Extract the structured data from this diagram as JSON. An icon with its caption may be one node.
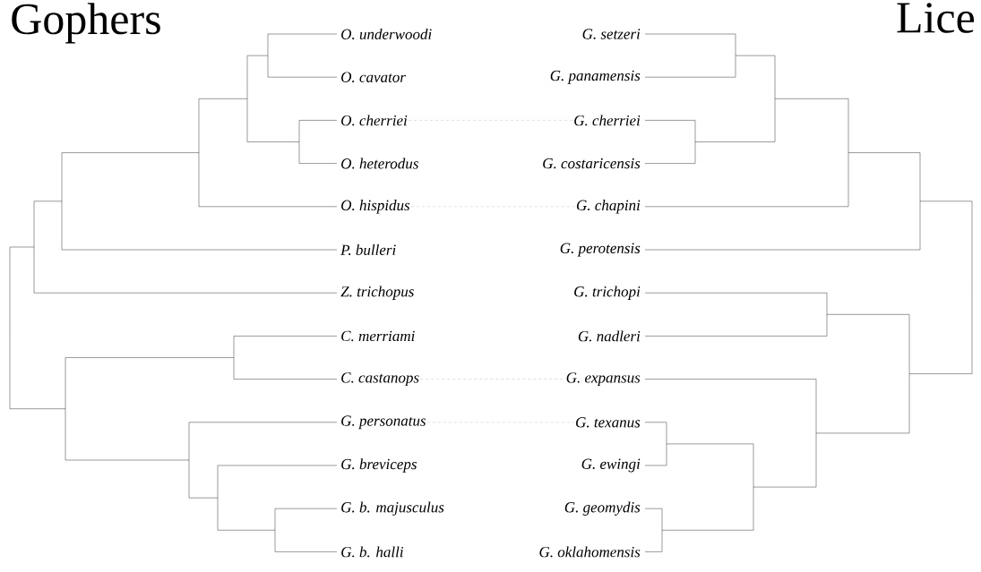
{
  "diagram": {
    "nodes": [
      {
        "text": [
          "*O. underwoodi*"
        ]
      },
      {
        "text": [
          "*O. cavator*"
        ]
      },
      {
        "text": [
          "*O. cherriei*"
        ]
      },
      {
        "text": [
          "*O. heterodus*"
        ]
      },
      {
        "text": [
          "*O. hispidus*"
        ]
      },
      {
        "text": [
          "*P. bulleri*"
        ]
      },
      {
        "text": [
          "*Z. trichopus*"
        ]
      },
      {
        "text": [
          "*C. merriami*"
        ]
      },
      {
        "text": [
          "*C. castanops*"
        ]
      },
      {
        "text": [
          "*G. personatus*"
        ]
      },
      {
        "text": [
          "*G. breviceps*"
        ]
      },
      {
        "text": [
          "*G. b. majusculus*"
        ]
      },
      {
        "text": [
          "*G. b. halli*"
        ]
      },
      {
        "text": [
          "*G. setzeri*"
        ]
      },
      {
        "text": [
          "*G. panamensis*"
        ]
      },
      {
        "text": [
          "*G. cherriei*"
        ]
      },
      {
        "text": [
          "*G. costaricensis*"
        ]
      },
      {
        "text": [
          "*G. chapini*"
        ]
      },
      {
        "text": [
          "*G. perotensis*"
        ]
      },
      {
        "text": [
          "*G. trichopi*"
        ]
      },
      {
        "text": [
          "*G. nadleri*"
        ]
      },
      {
        "text": [
          "*G. expansus*"
        ]
      },
      {
        "text": [
          "*G. texanus*"
        ]
      },
      {
        "text": [
          "*G. ewingi*"
        ]
      },
      {
        "text": [
          "*G. geomydis*"
        ]
      },
      {
        "text": [
          "*G. oklahomensis*"
        ]
      }
    ],
    "edges": [
      {
        "from": 2,
        "to": 15,
        "arrow": "none",
        "style": "dashed",
        "color": "#b0b0b0"
      },
      {
        "from": 4,
        "to": 17,
        "arrow": "none",
        "style": "dashed",
        "color": "#b0b0b0"
      },
      {
        "from": 8,
        "to": 21,
        "arrow": "none",
        "style": "dashed",
        "color": "#b0b0b0"
      },
      {
        "from": 9,
        "to": 22,
        "arrow": "none",
        "style": "dashed",
        "color": "#b0b0b0"
      }
    ],
    "labels": [
      "Gophers",
      "Lice"
    ]
  }
}
